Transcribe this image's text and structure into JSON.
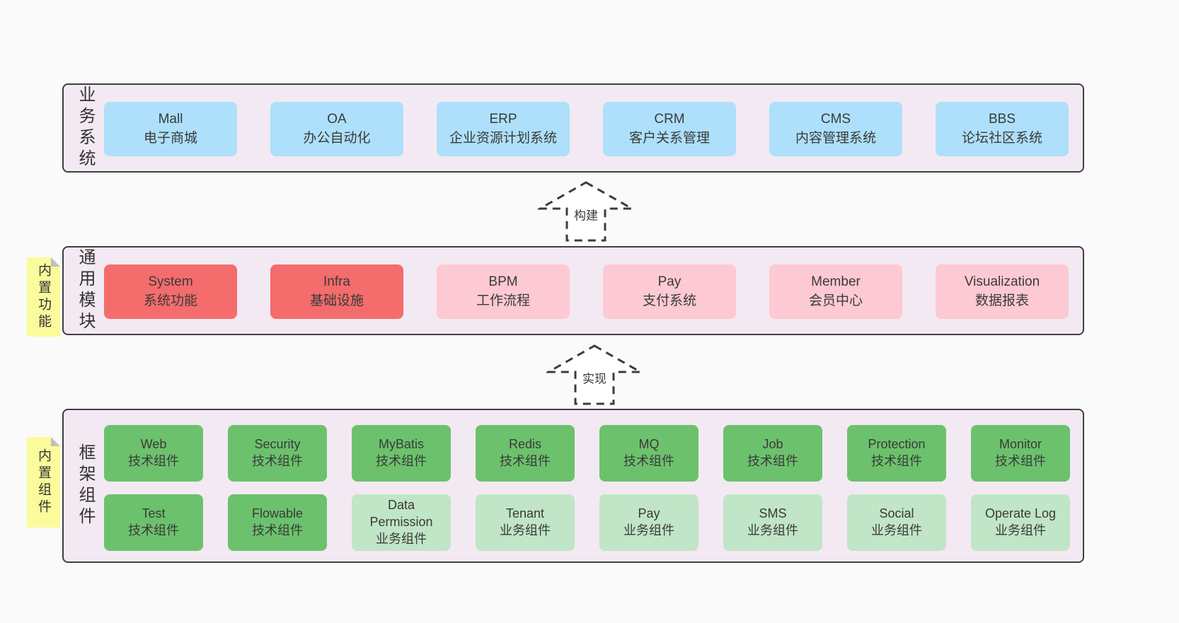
{
  "colors": {
    "page-bg": "#fafafa",
    "band-bg": "#f3e9f3",
    "band-border": "#3f3f3f",
    "text": "#3a3a3a",
    "blue": "#aee0fb",
    "red": "#f56c6c",
    "pink": "#fdc9d3",
    "green": "#6cc26c",
    "green-light": "#c1e5c7",
    "sticky-yellow": "#fbfb9b",
    "sticky-fold": "#bfbfbf"
  },
  "bands": [
    {
      "label": "业务系统",
      "boxes": [
        {
          "title": "Mall",
          "subtitle": "电子商城"
        },
        {
          "title": "OA",
          "subtitle": "办公自动化"
        },
        {
          "title": "ERP",
          "subtitle": "企业资源计划系统"
        },
        {
          "title": "CRM",
          "subtitle": "客户关系管理"
        },
        {
          "title": "CMS",
          "subtitle": "内容管理系统"
        },
        {
          "title": "BBS",
          "subtitle": "论坛社区系统"
        }
      ]
    },
    {
      "label": "通用模块",
      "sticky": "内置功能",
      "boxes": [
        {
          "title": "System",
          "subtitle": "系统功能"
        },
        {
          "title": "Infra",
          "subtitle": "基础设施"
        },
        {
          "title": "BPM",
          "subtitle": "工作流程"
        },
        {
          "title": "Pay",
          "subtitle": "支付系统"
        },
        {
          "title": "Member",
          "subtitle": "会员中心"
        },
        {
          "title": "Visualization",
          "subtitle": "数据报表"
        }
      ]
    },
    {
      "label": "框架组件",
      "sticky": "内置组件",
      "rows": [
        {
          "boxes": [
            {
              "title": "Web",
              "subtitle": "技术组件"
            },
            {
              "title": "Security",
              "subtitle": "技术组件"
            },
            {
              "title": "MyBatis",
              "subtitle": "技术组件"
            },
            {
              "title": "Redis",
              "subtitle": "技术组件"
            },
            {
              "title": "MQ",
              "subtitle": "技术组件"
            },
            {
              "title": "Job",
              "subtitle": "技术组件"
            },
            {
              "title": "Protection",
              "subtitle": "技术组件"
            },
            {
              "title": "Monitor",
              "subtitle": "技术组件"
            }
          ]
        },
        {
          "boxes": [
            {
              "title": "Test",
              "subtitle": "技术组件"
            },
            {
              "title": "Flowable",
              "subtitle": "技术组件"
            },
            {
              "title": "Data Permission",
              "subtitle": "业务组件"
            },
            {
              "title": "Tenant",
              "subtitle": "业务组件"
            },
            {
              "title": "Pay",
              "subtitle": "业务组件"
            },
            {
              "title": "SMS",
              "subtitle": "业务组件"
            },
            {
              "title": "Social",
              "subtitle": "业务组件"
            },
            {
              "title": "Operate Log",
              "subtitle": "业务组件"
            }
          ]
        }
      ]
    }
  ],
  "arrows": [
    {
      "label": "构建"
    },
    {
      "label": "实现"
    }
  ]
}
